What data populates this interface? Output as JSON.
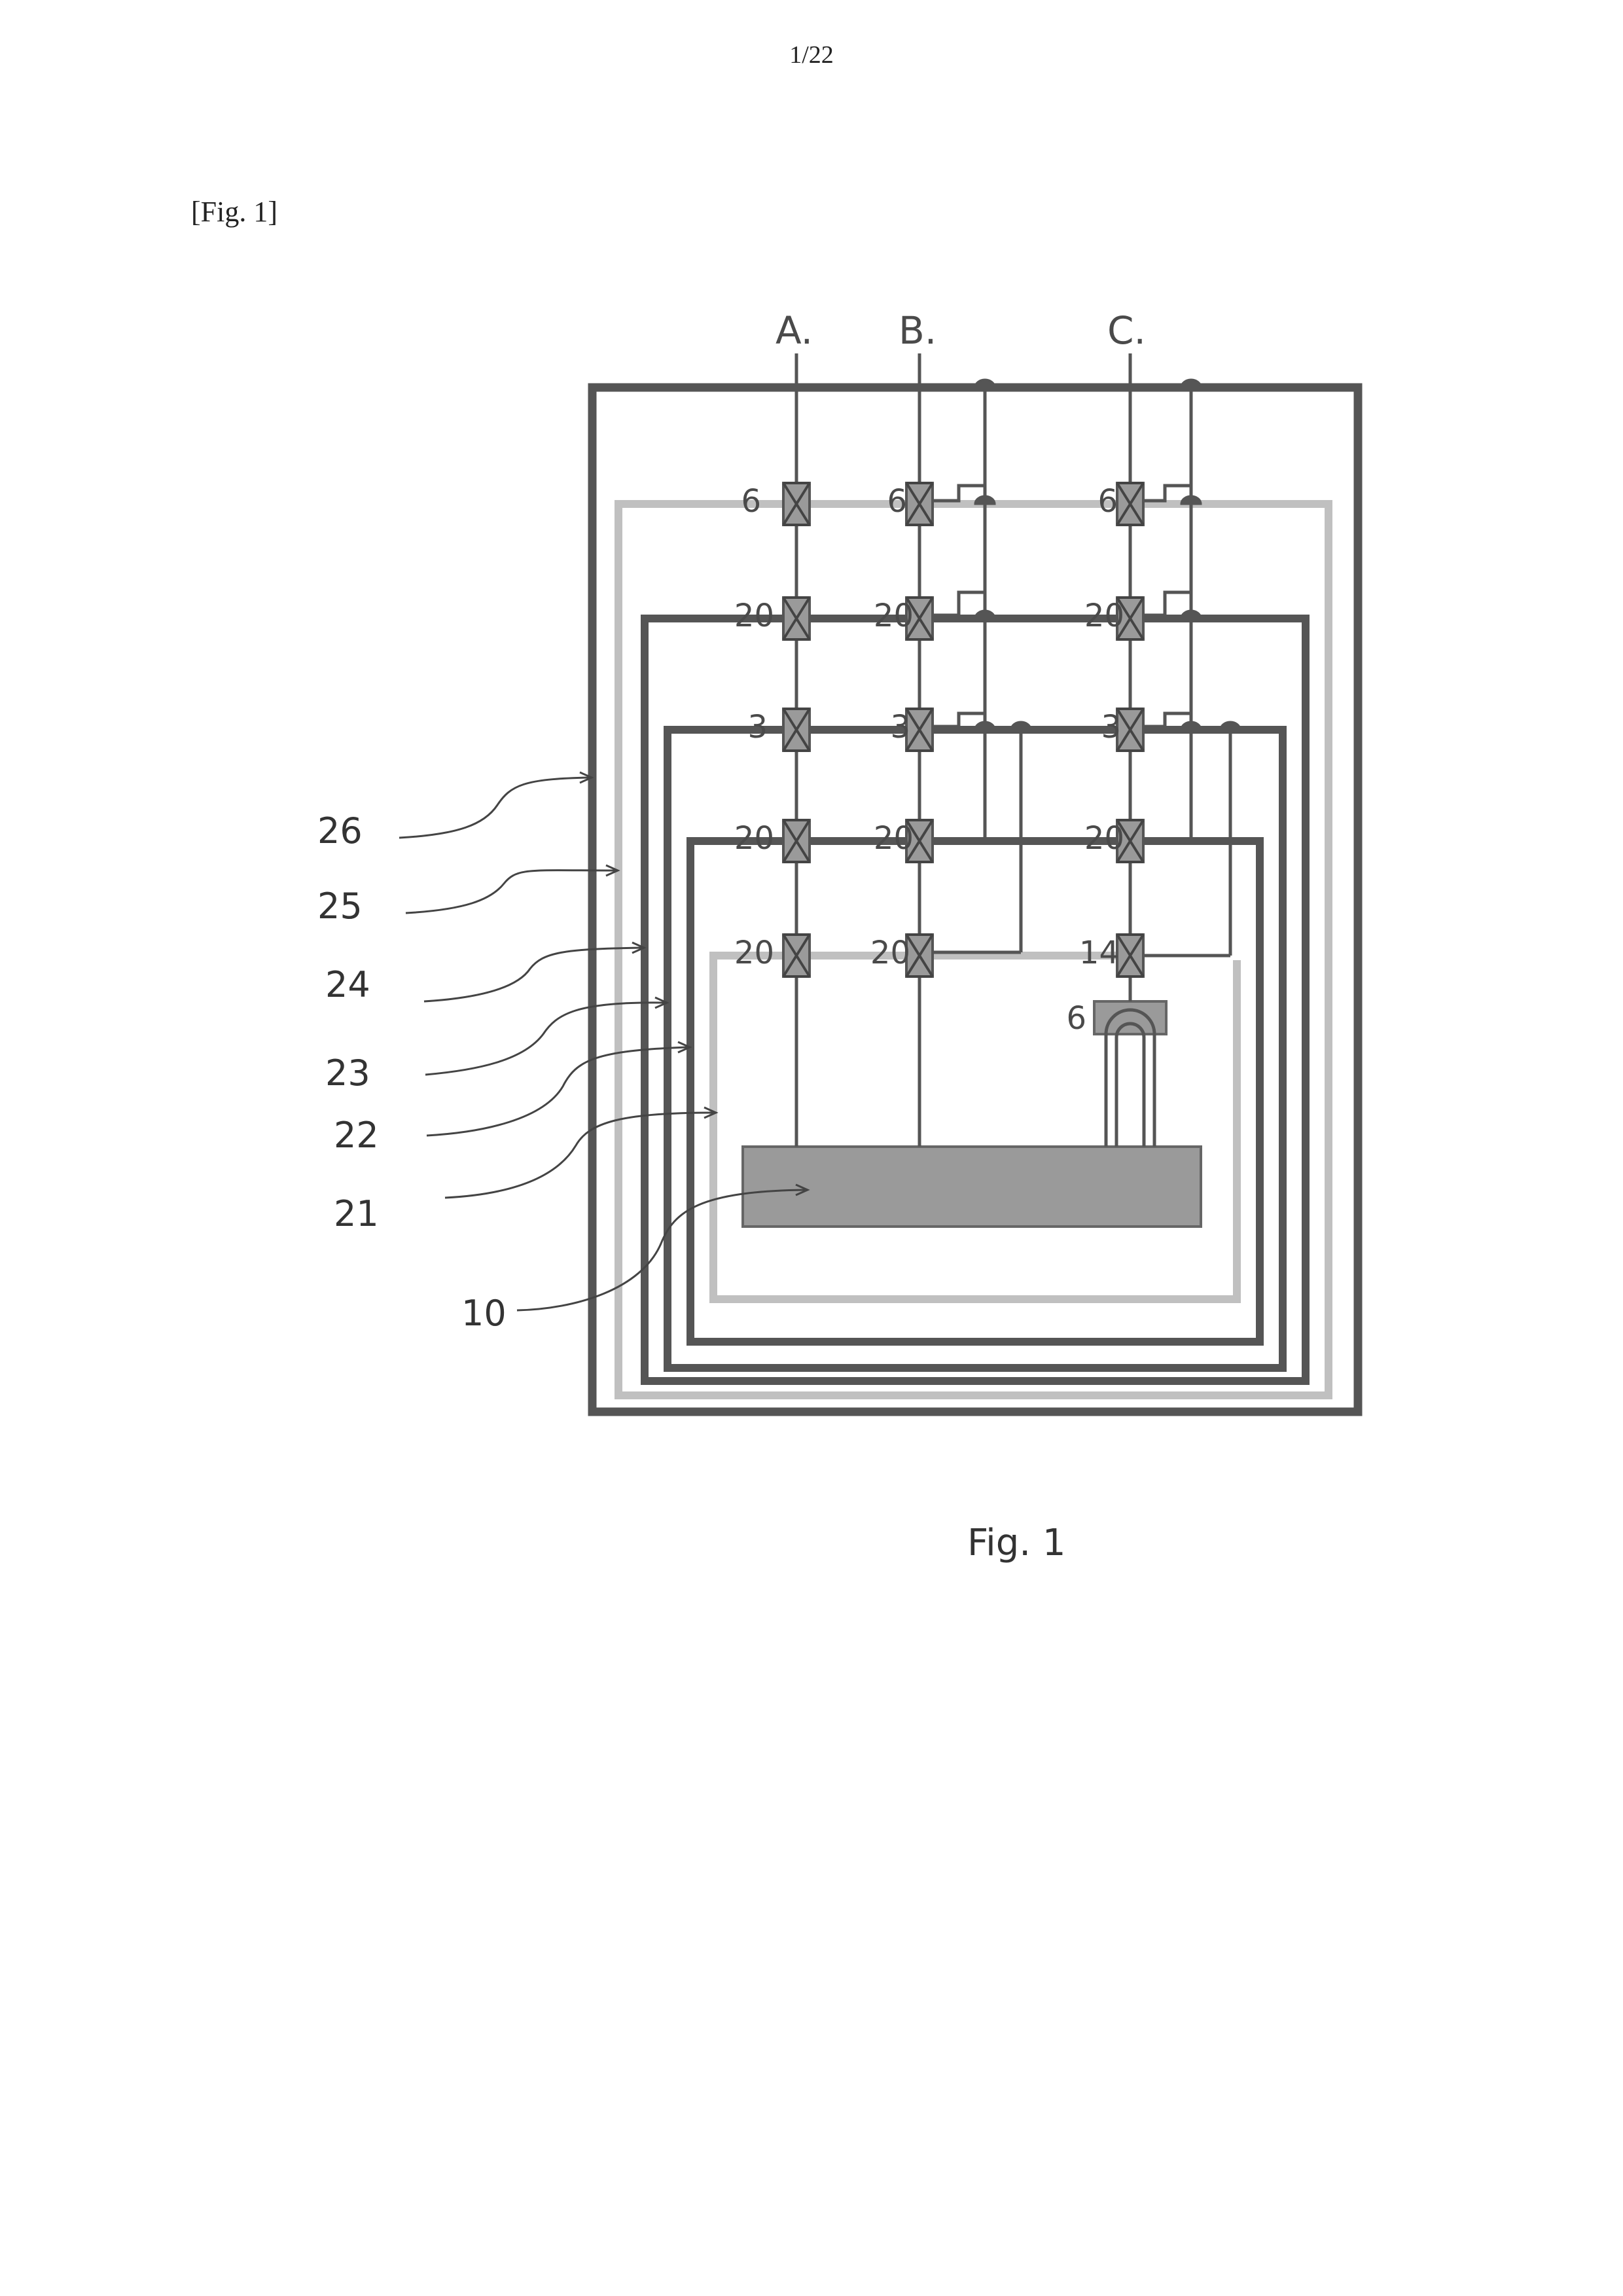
{
  "page": {
    "number": "1/22",
    "fig_ref": "[Fig. 1]",
    "caption": "Fig. 1"
  },
  "diagram": {
    "columns": [
      {
        "id": "A",
        "label": "A."
      },
      {
        "id": "B",
        "label": "B."
      },
      {
        "id": "C",
        "label": "C."
      }
    ],
    "switch_labels": {
      "A": [
        "6",
        "20",
        "3",
        "20",
        "20"
      ],
      "B": [
        "6",
        "20",
        "3",
        "20",
        "20"
      ],
      "C": [
        "6",
        "20",
        "3",
        "20",
        "14"
      ]
    },
    "ic_label": "6",
    "callouts": [
      "26",
      "25",
      "24",
      "23",
      "22",
      "21",
      "10"
    ],
    "colors": {
      "dark_line": "#555555",
      "light_line": "#c0c0c0",
      "fill": "#9a9a9a",
      "text": "#4a4a4a"
    }
  }
}
